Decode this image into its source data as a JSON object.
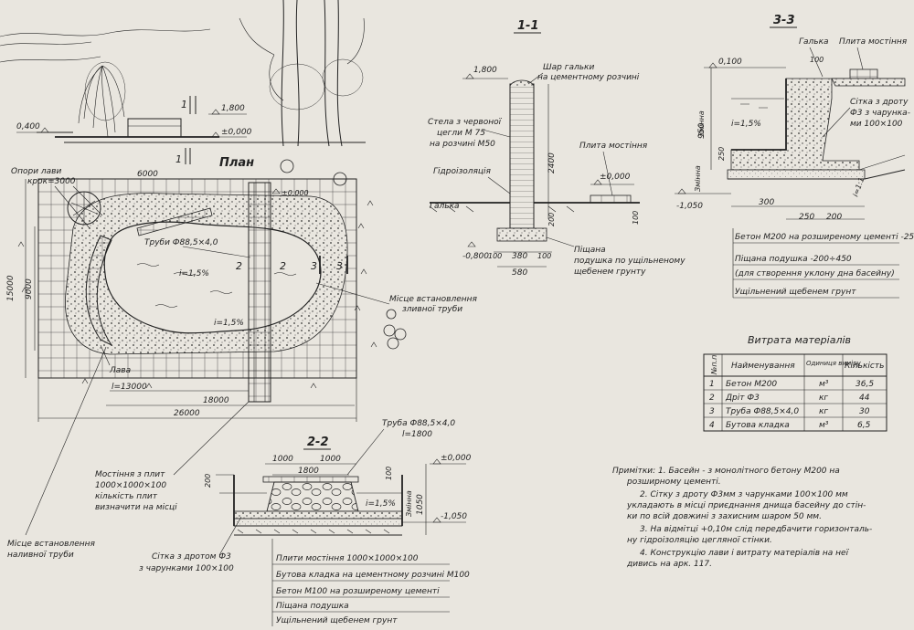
{
  "plan": {
    "title": "План",
    "dim_6000": "6000",
    "dim_15000": "15000",
    "dim_9000": "9000",
    "dim_l13000": "l=13000",
    "dim_18000": "18000",
    "dim_26000": "26000",
    "lbl_bench_supports_1": "Опори лави",
    "lbl_bench_supports_2": "крок=3000",
    "lbl_pipe": "Труби Ф88,5×4,0",
    "lbl_slope1": "i=1,5%",
    "lbl_slope2": "i=1,5%",
    "lbl_bench": "Лава",
    "lbl_drain_1": "Місце встановлення",
    "lbl_drain_2": "зливної труби",
    "lbl_pave_1": "Мостіння з плит",
    "lbl_pave_2": "1000×1000×100",
    "lbl_pave_3": "кількість плит",
    "lbl_pave_4": "визначити на місці",
    "lbl_inlet_1": "Місце встановлення",
    "lbl_inlet_2": "наливної труби",
    "mark_0000": "±0,000",
    "sec2": "2",
    "sec3": "3",
    "sec1": "1"
  },
  "elevation": {
    "mark_0400": "0,400",
    "mark_1800": "1,800",
    "mark_0000": "±0,000",
    "sec1": "1"
  },
  "section11": {
    "title": "1-1",
    "mark_1800": "1,800",
    "lbl_gravel_1": "Шар гальки",
    "lbl_gravel_2": "на цементному розчині",
    "lbl_stela_1": "Стела з червоної",
    "lbl_stela_2": "цегли М 75",
    "lbl_stela_3": "на розчині М50",
    "lbl_waterproof": "Гідроізоляція",
    "lbl_pebble": "Галька",
    "lbl_slab": "Плита мостіння",
    "mark_0000": "±0,000",
    "dim_2400": "2400",
    "dim_200": "200",
    "dim_100": "100",
    "mark_m0800": "-0,800",
    "dim_100b": "100",
    "dim_380": "380",
    "dim_100c": "100",
    "dim_580": "580",
    "lbl_sand_1": "Піщана",
    "lbl_sand_2": "подушка по ущільненому",
    "lbl_sand_3": "щебенем грунту"
  },
  "section33": {
    "title": "3-3",
    "lbl_pebble": "Галька",
    "lbl_slab": "Плита мостіння",
    "mark_0100": "0,100",
    "dim_100": "100",
    "lbl_var1": "Змінна",
    "dim_950": "950",
    "lbl_slope": "i=1,5%",
    "lbl_mesh_1": "Сітка з дроту",
    "lbl_mesh_2": "Ф3 з чарунка-",
    "lbl_mesh_3": "ми 100×100",
    "dim_250": "250",
    "lbl_var2": "Змінна",
    "mark_m1050": "-1,050",
    "dim_300": "300",
    "dim_250b": "250",
    "dim_200": "200",
    "slope_11": "i=1:1",
    "lbl_concrete": "Бетон М200 на розширеному цементі -250",
    "lbl_sand": "Піщана подушка -200÷450",
    "lbl_sand_note": "(для створення уклону дна басейну)",
    "lbl_ground": "Ущільнений щебенем грунт"
  },
  "section22": {
    "title": "2-2",
    "lbl_pipe_1": "Труба Ф88,5×4,0",
    "lbl_pipe_2": "l=1800",
    "dim_1000a": "1000",
    "dim_1000b": "1000",
    "mark_0000": "±0,000",
    "dim_200": "200",
    "dim_1800": "1800",
    "dim_100": "100",
    "lbl_slope": "i=1,5%",
    "lbl_var": "Змінна",
    "dim_1050": "1050",
    "mark_m1050": "-1,050",
    "lbl_mesh_1": "Сітка з дротом Ф3",
    "lbl_mesh_2": "з чарунками 100×100",
    "layers": [
      "Плити мостіння 1000×1000×100",
      "Бутова кладка на цементному розчині М100",
      "Бетон М100 на розширеному цементі",
      "Піщана подушка",
      "Ущільнений щебенем грунт"
    ]
  },
  "materials": {
    "title": "Витрата матеріалів",
    "headers": [
      "№п.п",
      "Найменування",
      "Одиниця виміру",
      "Кількість"
    ],
    "rows": [
      [
        "1",
        "Бетон М200",
        "м³",
        "36,5"
      ],
      [
        "2",
        "Дріт Ф3",
        "кг",
        "44"
      ],
      [
        "3",
        "Труба Ф88,5×4,0",
        "кг",
        "30"
      ],
      [
        "4",
        "Бутова кладка",
        "м³",
        "6,5"
      ]
    ]
  },
  "notes": {
    "lines": [
      "Примітки: 1. Басейн - з монолітного бетону М200 на",
      "розширному цементі.",
      "2. Сітку з дроту Ф3мм з чарунками 100×100 мм",
      "укладають в місці приєднання днища басейну до стін-",
      "ки по всій довжині з захисним шаром 50 мм.",
      "3. На відмітці +0,10м слід передбачити горизонталь-",
      "ну гідроізоляцію цегляної стінки.",
      "4. Конструкцію лави і витрату матеріалів на неї",
      "дивись на арк. 117."
    ]
  }
}
